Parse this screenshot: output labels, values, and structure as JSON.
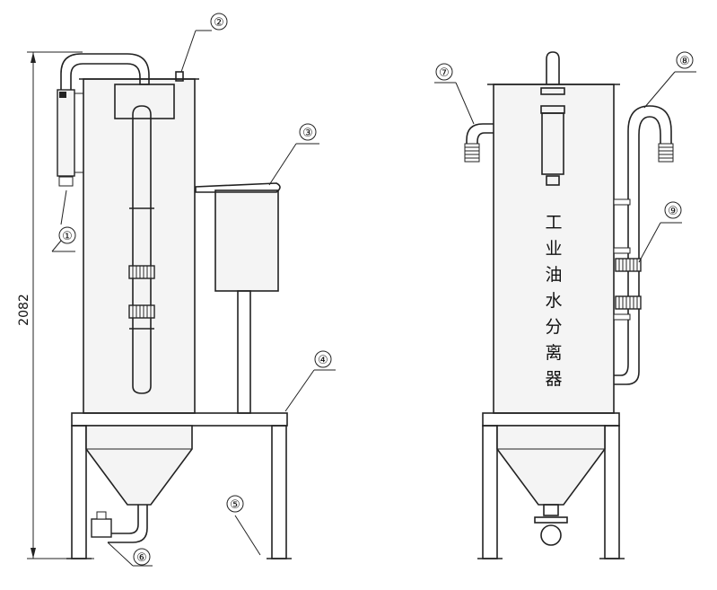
{
  "dimension": "2082",
  "callouts": [
    "①",
    "②",
    "③",
    "④",
    "⑤",
    "⑥",
    "⑦",
    "⑧",
    "⑨"
  ],
  "vertical_label": [
    "工",
    "业",
    "油",
    "水",
    "分",
    "离",
    "器"
  ]
}
